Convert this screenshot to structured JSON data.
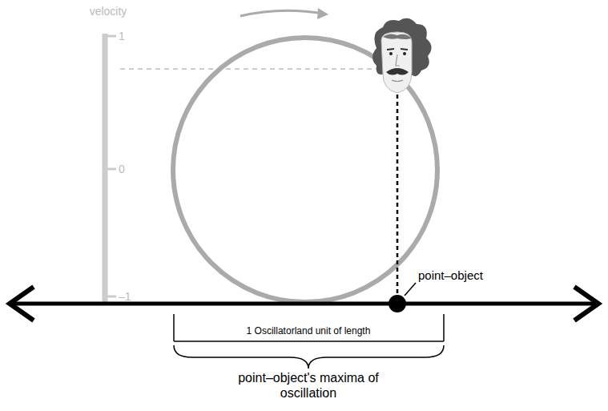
{
  "diagram": {
    "labels": [
      "velocity",
      "1",
      "0",
      "–1",
      "point–object",
      "1 Oscillatorland unit of length",
      "point–object's maxima of oscillation"
    ]
  }
}
